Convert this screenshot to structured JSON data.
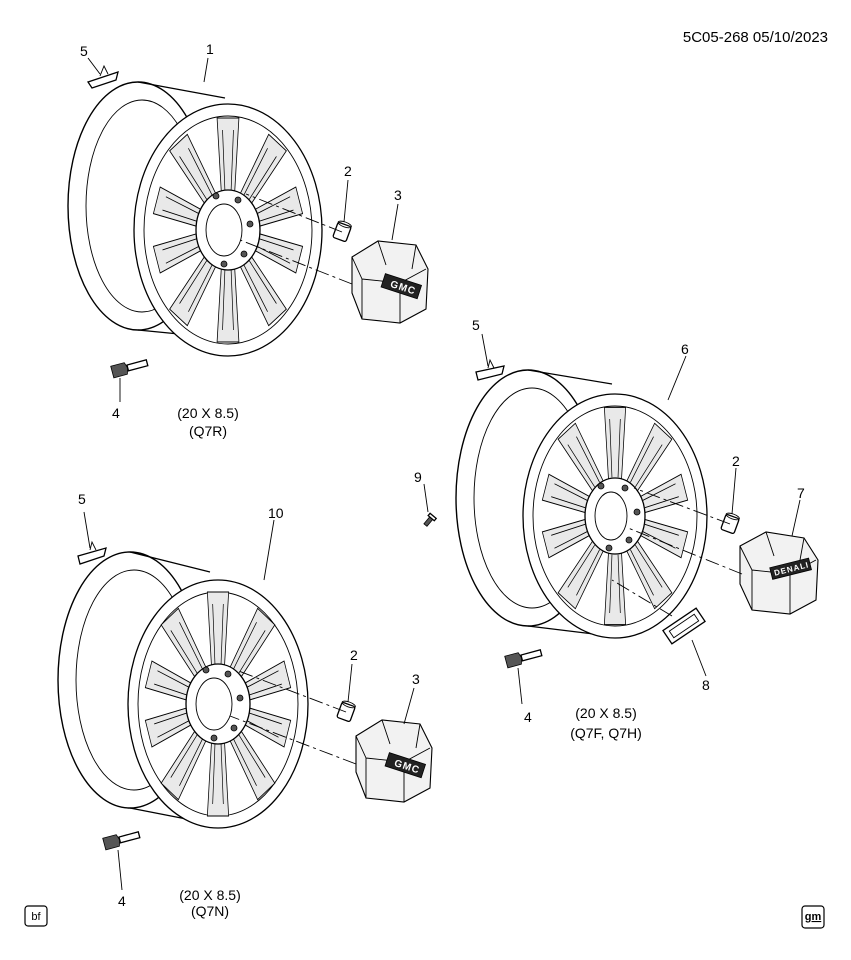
{
  "header": {
    "code": "5C05-268  05/10/2023"
  },
  "groups": [
    {
      "caption_size": "(20 X 8.5)",
      "caption_code": "(Q7R)",
      "callouts": [
        "5",
        "1",
        "2",
        "3",
        "4"
      ],
      "emblem": "GMC"
    },
    {
      "caption_size": "(20 X 8.5)",
      "caption_code": "(Q7F, Q7H)",
      "callouts": [
        "5",
        "6",
        "2",
        "7",
        "9",
        "8",
        "4"
      ],
      "emblem": "DENALI"
    },
    {
      "caption_size": "(20 X 8.5)",
      "caption_code": "(Q7N)",
      "callouts": [
        "5",
        "10",
        "2",
        "3",
        "4"
      ],
      "emblem": "GMC"
    }
  ],
  "footer": {
    "left_tag": "bf",
    "right_tag": "gm"
  }
}
